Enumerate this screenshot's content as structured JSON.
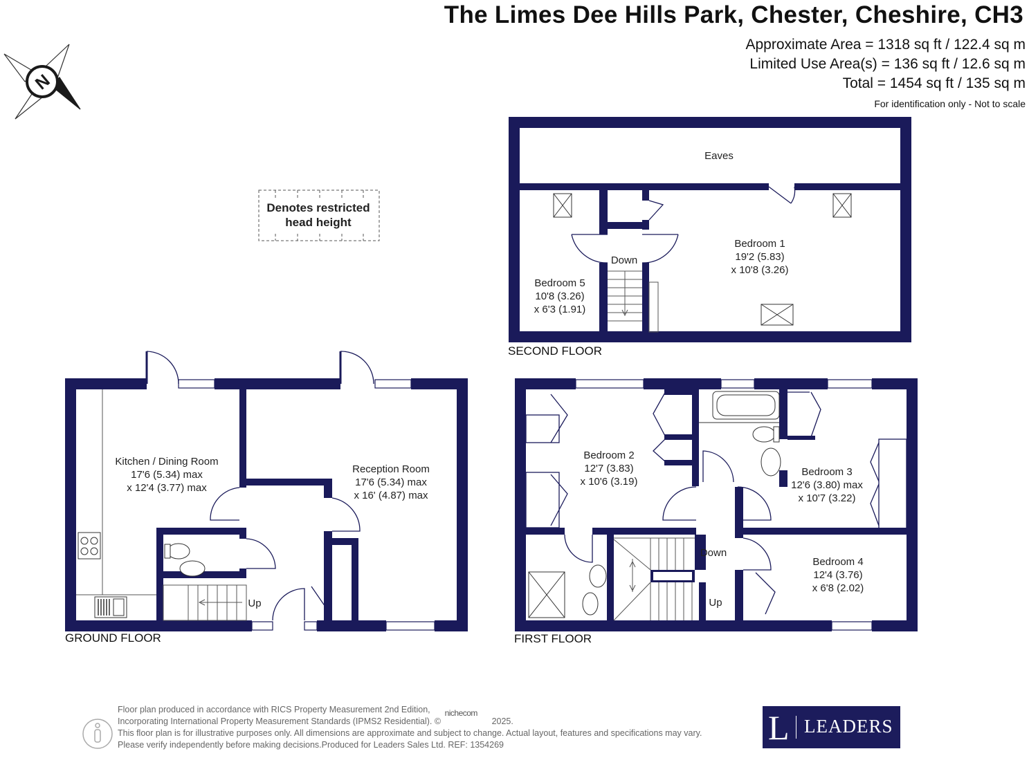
{
  "header": {
    "title": "The Limes Dee Hills Park, Chester, Cheshire, CH3",
    "approx_area": "Approximate Area = 1318 sq ft / 122.4 sq m",
    "limited_area": "Limited Use Area(s) = 136 sq ft / 12.6 sq m",
    "total_area": "Total = 1454 sq ft / 135 sq m",
    "scale_note": "For identification only - Not to scale"
  },
  "compass": {
    "letter": "N"
  },
  "legend": {
    "line1": "Denotes restricted",
    "line2": "head height"
  },
  "second_floor": {
    "label": "SECOND FLOOR",
    "eaves": "Eaves",
    "down": "Down",
    "bedroom1": {
      "name": "Bedroom 1",
      "dim1": "19'2 (5.83)",
      "dim2": "x 10'8 (3.26)"
    },
    "bedroom5": {
      "name": "Bedroom 5",
      "dim1": "10'8 (3.26)",
      "dim2": "x 6'3 (1.91)"
    }
  },
  "ground_floor": {
    "label": "GROUND FLOOR",
    "up": "Up",
    "kitchen": {
      "name": "Kitchen / Dining Room",
      "dim1": "17'6 (5.34) max",
      "dim2": "x 12'4 (3.77) max"
    },
    "reception": {
      "name": "Reception Room",
      "dim1": "17'6 (5.34) max",
      "dim2": "x 16' (4.87) max"
    }
  },
  "first_floor": {
    "label": "FIRST FLOOR",
    "down": "Down",
    "up": "Up",
    "bedroom2": {
      "name": "Bedroom 2",
      "dim1": "12'7 (3.83)",
      "dim2": "x 10'6 (3.19)"
    },
    "bedroom3": {
      "name": "Bedroom 3",
      "dim1": "12'6 (3.80) max",
      "dim2": "x 10'7 (3.22)"
    },
    "bedroom4": {
      "name": "Bedroom 4",
      "dim1": "12'4 (3.76)",
      "dim2": "x 6'8 (2.02)"
    }
  },
  "footer": {
    "line1": "Floor plan produced in accordance with RICS Property Measurement 2nd Edition,",
    "line2": "Incorporating International Property Measurement Standards (IPMS2 Residential).  ©",
    "nichecom": "nichecom",
    "year": "2025.",
    "line3": "This floor plan is for illustrative purposes only. All dimensions are approximate and subject to change. Actual layout, features and specifications may vary.",
    "line4": "Please verify independently before making decisions.Produced for Leaders Sales Ltd.    REF: 1354269"
  },
  "logo": {
    "letter": "L",
    "name": "LEADERS"
  },
  "colors": {
    "wall": "#1a1a5a",
    "logo_bg": "#1c1c5c"
  }
}
